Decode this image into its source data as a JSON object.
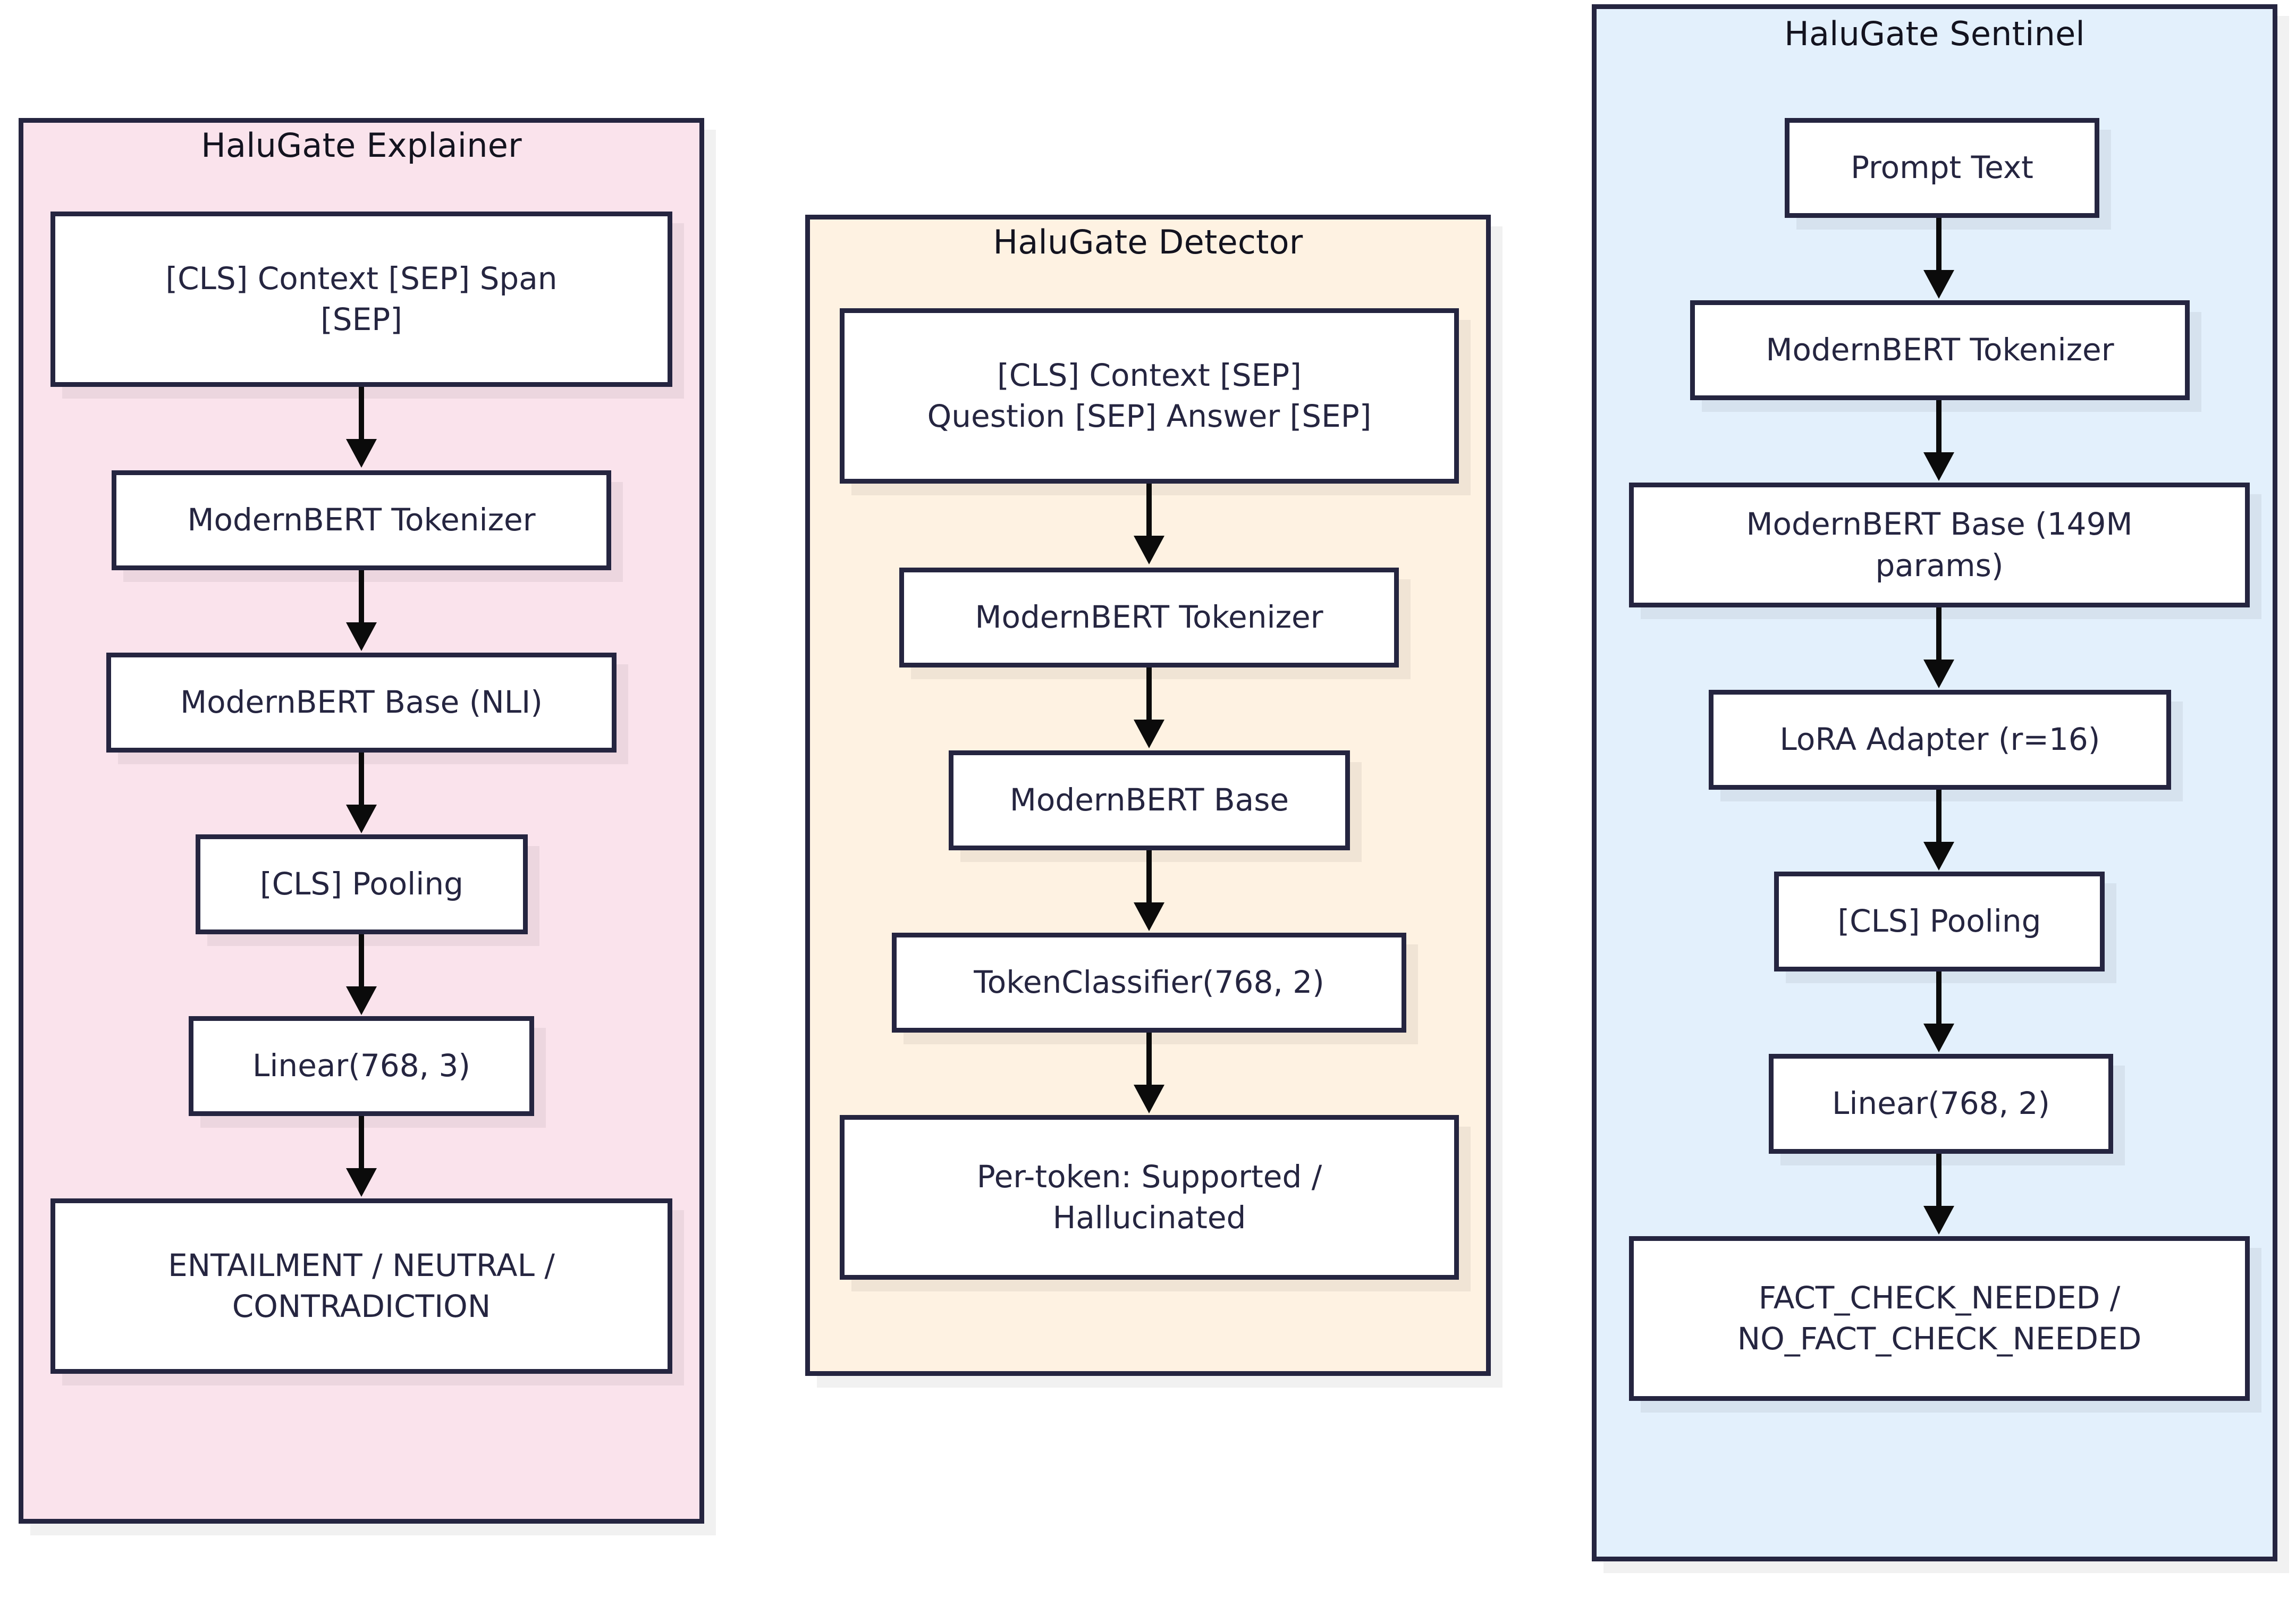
{
  "diagram": {
    "title": "HaluGate model architecture flowcharts",
    "type": "flowchart",
    "background": "#ffffff",
    "node_border_color": "#252540",
    "node_fill_color": "#ffffff",
    "arrow_color": "#0b0b0b"
  },
  "clusters": [
    {
      "id": "explainer",
      "title": "HaluGate Explainer",
      "fill": "#FAE3EC",
      "nodes": [
        {
          "id": "exp-input",
          "label": "[CLS] Context [SEP] Span\n[SEP]"
        },
        {
          "id": "exp-tokenizer",
          "label": "ModernBERT Tokenizer"
        },
        {
          "id": "exp-base",
          "label": "ModernBERT Base (NLI)"
        },
        {
          "id": "exp-pooling",
          "label": "[CLS] Pooling"
        },
        {
          "id": "exp-linear",
          "label": "Linear(768, 3)"
        },
        {
          "id": "exp-output",
          "label": "ENTAILMENT / NEUTRAL /\nCONTRADICTION"
        }
      ],
      "edges": [
        {
          "from": "exp-input",
          "to": "exp-tokenizer"
        },
        {
          "from": "exp-tokenizer",
          "to": "exp-base"
        },
        {
          "from": "exp-base",
          "to": "exp-pooling"
        },
        {
          "from": "exp-pooling",
          "to": "exp-linear"
        },
        {
          "from": "exp-linear",
          "to": "exp-output"
        }
      ]
    },
    {
      "id": "detector",
      "title": "HaluGate Detector",
      "fill": "#FEF2E2",
      "nodes": [
        {
          "id": "det-input",
          "label": "[CLS] Context [SEP]\nQuestion [SEP] Answer [SEP]"
        },
        {
          "id": "det-tokenizer",
          "label": "ModernBERT Tokenizer"
        },
        {
          "id": "det-base",
          "label": "ModernBERT Base"
        },
        {
          "id": "det-classifier",
          "label": "TokenClassifier(768, 2)"
        },
        {
          "id": "det-output",
          "label": "Per-token: Supported /\nHallucinated"
        }
      ],
      "edges": [
        {
          "from": "det-input",
          "to": "det-tokenizer"
        },
        {
          "from": "det-tokenizer",
          "to": "det-base"
        },
        {
          "from": "det-base",
          "to": "det-classifier"
        },
        {
          "from": "det-classifier",
          "to": "det-output"
        }
      ]
    },
    {
      "id": "sentinel",
      "title": "HaluGate Sentinel",
      "fill": "#E3F0FC",
      "nodes": [
        {
          "id": "sen-prompt",
          "label": "Prompt Text"
        },
        {
          "id": "sen-tokenizer",
          "label": "ModernBERT Tokenizer"
        },
        {
          "id": "sen-base",
          "label": "ModernBERT Base (149M\nparams)"
        },
        {
          "id": "sen-lora",
          "label": "LoRA Adapter (r=16)"
        },
        {
          "id": "sen-pooling",
          "label": "[CLS] Pooling"
        },
        {
          "id": "sen-linear",
          "label": "Linear(768, 2)"
        },
        {
          "id": "sen-output",
          "label": "FACT_CHECK_NEEDED /\nNO_FACT_CHECK_NEEDED"
        }
      ],
      "edges": [
        {
          "from": "sen-prompt",
          "to": "sen-tokenizer"
        },
        {
          "from": "sen-tokenizer",
          "to": "sen-base"
        },
        {
          "from": "sen-base",
          "to": "sen-lora"
        },
        {
          "from": "sen-lora",
          "to": "sen-pooling"
        },
        {
          "from": "sen-pooling",
          "to": "sen-linear"
        },
        {
          "from": "sen-linear",
          "to": "sen-output"
        }
      ]
    }
  ]
}
